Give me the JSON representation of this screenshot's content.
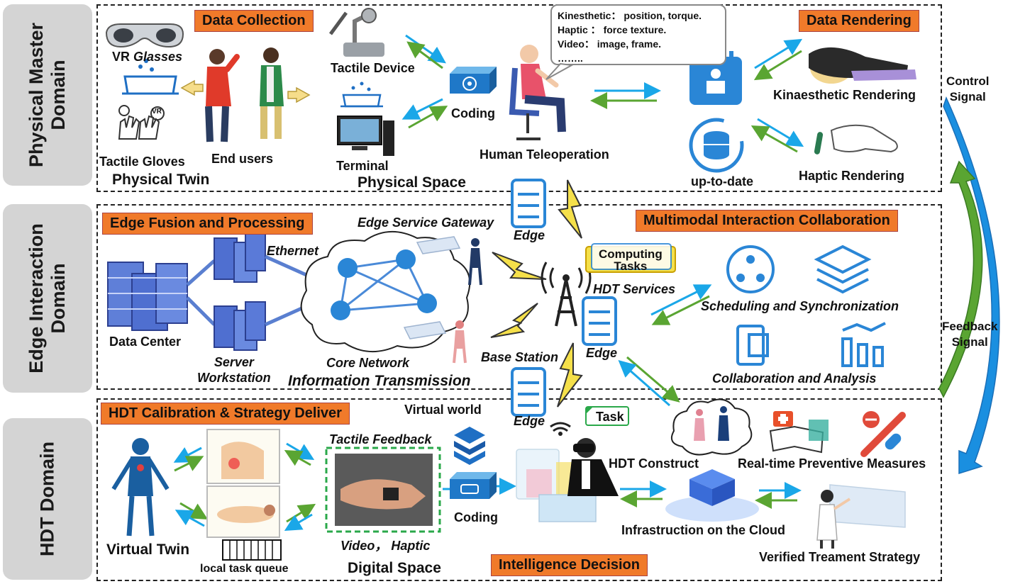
{
  "domains": {
    "physical_master": "Physical Master\nDomain",
    "edge_interaction": "Edge Interaction\nDomain",
    "hdt": "HDT Domain"
  },
  "headers": {
    "data_collection": "Data Collection",
    "data_rendering": "Data Rendering",
    "edge_fusion": "Edge Fusion and Processing",
    "multimodal": "Multimodal Interaction Collaboration",
    "hdt_calibration": "HDT Calibration & Strategy Deliver",
    "intelligence": "Intelligence Decision"
  },
  "physical": {
    "vr_glasses_a": "VR ",
    "vr_glasses_b": "Glasses",
    "tactile_gloves": "Tactile Gloves",
    "end_users": "End users",
    "physical_twin": "Physical Twin",
    "tactile_device": "Tactile Device",
    "terminal": "Terminal",
    "physical_space": "Physical Space",
    "coding": "Coding",
    "human_teleoperation": "Human Teleoperation",
    "bubble_lines": [
      "Kinesthetic： position, torque.",
      "Haptic ： force texture.",
      "Video： image, frame.",
      "…….."
    ],
    "kinaesthetic_rendering": "Kinaesthetic Rendering",
    "haptic_rendering": "Haptic Rendering",
    "up_to_date": "up-to-date",
    "vr_badge": "VR"
  },
  "edge": {
    "edge_top": "Edge",
    "edge_service_gateway": "Edge Service Gateway",
    "ethernet": "Ethernet",
    "data_center": "Data Center",
    "server_workstation": "Server\nWorkstation",
    "core_network": "Core Network",
    "information_transmission": "Information Transmission",
    "base_station": "Base Station",
    "computing_tasks": "Computing\nTasks",
    "hdt_services": "HDT Services",
    "edge_mid": "Edge",
    "scheduling": "Scheduling and Synchronization",
    "collaboration": "Collaboration and Analysis"
  },
  "hdt": {
    "virtual_world": "Virtual  world",
    "edge_bottom": "Edge",
    "task": "Task",
    "tactile_feedback": "Tactile Feedback",
    "video_haptic": "Video， Haptic",
    "coding": "Coding",
    "virtual_twin": "Virtual Twin",
    "local_task_queue": "local task queue",
    "digital_space": "Digital Space",
    "hdt_construct": "HDT Construct",
    "realtime_preventive": "Real-time Preventive Measures",
    "infrastruction": "Infrastruction on the Cloud",
    "verified": "Verified Treament Strategy"
  },
  "signals": {
    "control": "Control\nSignal",
    "feedback": "Feedback\nSignal"
  },
  "colors": {
    "orange": "#f07a2a",
    "blue": "#1f6fc4",
    "cyan": "#1aa7e8",
    "green": "#5aa532",
    "lightning": "#f5e04a"
  }
}
